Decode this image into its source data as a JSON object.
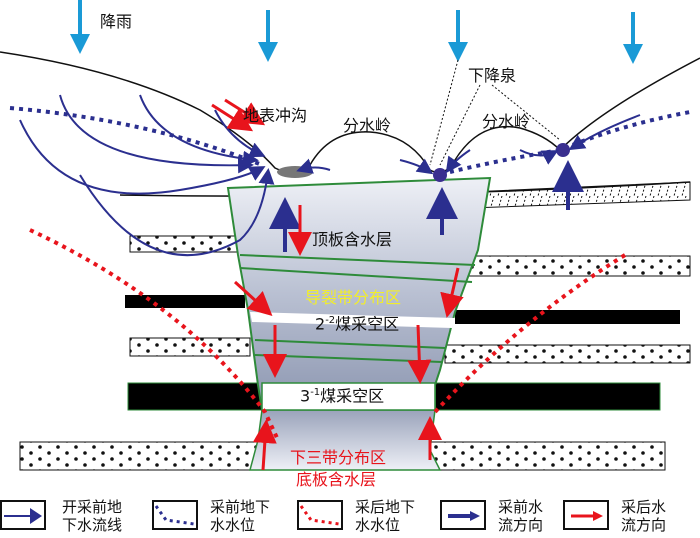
{
  "labels": {
    "rain": "降雨",
    "surface_gully": "地表冲沟",
    "watershed_left": "分水岭",
    "watershed_right": "分水岭",
    "descending_spring": "下降泉",
    "roof_aquifer": "顶板含水层",
    "fracture_zone": "导裂带分布区",
    "goaf_2_2_num": "2",
    "goaf_2_2_sup": "-2",
    "goaf_2_2": "煤采空区",
    "goaf_3_1_num": "3",
    "goaf_3_1_sup": "-1",
    "goaf_3_1": "煤采空区",
    "lower_three_zones": "下三带分布区",
    "floor_aquifer": "底板含水层"
  },
  "legend": [
    {
      "line1": "开采前地",
      "line2": "下水流线"
    },
    {
      "line1": "采前地下",
      "line2": "水水位"
    },
    {
      "line1": "采后地下",
      "line2": "水水位"
    },
    {
      "line1": "采前水",
      "line2": "流方向"
    },
    {
      "line1": "采后水",
      "line2": "流方向"
    }
  ],
  "colors": {
    "rain": "#1a9ad6",
    "pre_flow": "#2b2f8f",
    "post_flow": "#e8141c",
    "zone_border": "#2e8b3a",
    "fracture_text": "#f2ee2a"
  }
}
